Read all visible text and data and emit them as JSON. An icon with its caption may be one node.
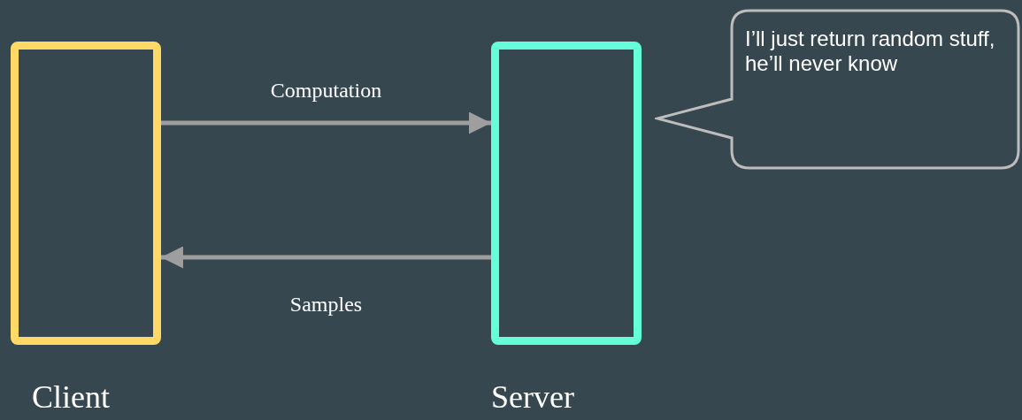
{
  "diagram": {
    "nodes": [
      {
        "text": [
          "Client"
        ]
      },
      {
        "text": [
          "Server"
        ]
      },
      {
        "text": [
          "I’ll just return random stuff, he’ll never know"
        ]
      }
    ],
    "edges": [
      {
        "from": 0,
        "to": 1,
        "arrow": "to",
        "label": "Computation"
      },
      {
        "from": 1,
        "to": 0,
        "arrow": "to",
        "label": "Samples"
      }
    ]
  }
}
